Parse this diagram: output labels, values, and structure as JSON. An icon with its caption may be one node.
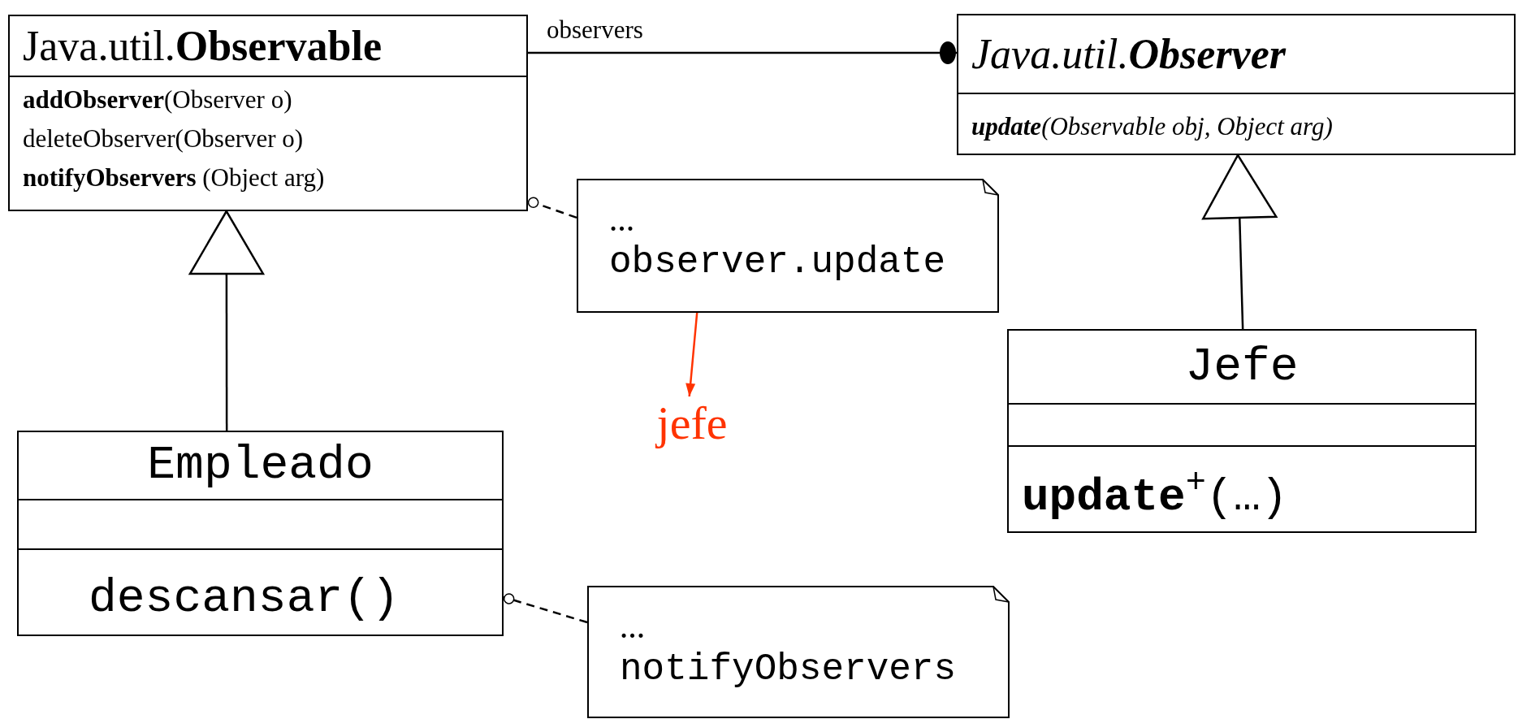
{
  "diagram": {
    "nodes": [
      {
        "text": [
          "Java.util.**Observable**",
          "**addObserver**(Observer o)",
          "deleteObserver(Observer o)",
          "**notifyObservers** (Object arg)"
        ]
      },
      {
        "text": [
          "Java.util.**Observer**",
          "**update**(Observable obj, Object arg)"
        ]
      },
      {
        "text": [
          "…",
          "observer.update"
        ]
      },
      {
        "text": [
          "jefe"
        ]
      },
      {
        "text": [
          "Jefe",
          "**update**$^{+}$(…)"
        ]
      },
      {
        "text": [
          "Empleado",
          "descansar()"
        ]
      },
      {
        "text": [
          "…",
          "notifyObservers"
        ]
      }
    ],
    "edges": [
      {
        "from": 0,
        "to": 1,
        "arrow": "other",
        "label": "observers"
      },
      {
        "from": 5,
        "to": 0,
        "arrow": "to"
      },
      {
        "from": 4,
        "to": 1,
        "arrow": "to"
      },
      {
        "from": 2,
        "to": 0,
        "arrow": "other",
        "style": "dashed"
      },
      {
        "from": 6,
        "to": 5,
        "arrow": "other",
        "style": "dashed"
      },
      {
        "from": 2,
        "to": 3,
        "arrow": "to",
        "color": "#ff3300"
      }
    ]
  }
}
